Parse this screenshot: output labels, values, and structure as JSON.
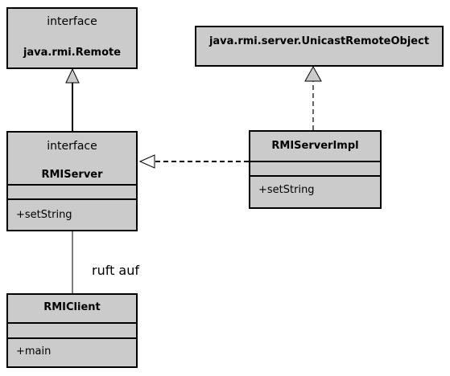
{
  "diagram": {
    "remote": {
      "stereotype": "interface",
      "name": "java.rmi.Remote"
    },
    "unicast": {
      "name": "java.rmi.server.UnicastRemoteObject"
    },
    "rmiserver": {
      "stereotype": "interface",
      "name": "RMIServer",
      "methods": [
        "+setString"
      ]
    },
    "rmiserverimpl": {
      "name": "RMIServerImpl",
      "methods": [
        "+setString"
      ]
    },
    "rmiclient": {
      "name": "RMIClient",
      "methods": [
        "+main"
      ]
    },
    "association_label": "ruft auf"
  }
}
